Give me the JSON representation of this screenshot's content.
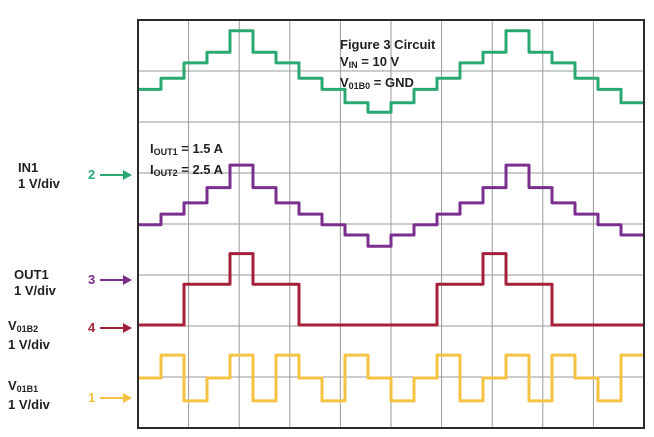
{
  "chart_data": {
    "type": "line",
    "grid": true,
    "grid_divisions": {
      "x": 10,
      "y": 8
    },
    "title": "",
    "annotation_top": {
      "line1": "Figure 3 Circuit",
      "vin_sym": "V",
      "vin_sub": "IN",
      "vin_rest": " = 10 V",
      "v01b0_sym": "V",
      "v01b0_sub": "01B0",
      "v01b0_rest": " = GND"
    },
    "annotation_mid": {
      "iout1_sym": "I",
      "iout1_sub": "OUT1",
      "iout1_rest": " = 1.5 A",
      "iout2_sym": "I",
      "iout2_sub": "OUT2",
      "iout2_rest": " = 2.5 A"
    },
    "channels": [
      {
        "id": "2",
        "name": "IN1",
        "scale": "1 V/div",
        "color": "#2aa872",
        "levels_div": [
          0.6,
          0.82,
          1.12,
          1.33,
          1.75,
          1.33,
          1.12,
          0.82,
          0.6,
          0.34,
          0.15,
          0.34,
          0.6,
          0.82,
          1.12,
          1.33,
          1.75,
          1.33,
          1.12,
          0.82,
          0.6,
          0.34
        ]
      },
      {
        "id": "3",
        "name": "OUT1",
        "scale": "1 V/div",
        "color": "#7a2e8e",
        "levels_div": [
          0.2,
          0.41,
          0.63,
          0.93,
          1.37,
          0.93,
          0.63,
          0.41,
          0.2,
          0.0,
          -0.22,
          0.0,
          0.2,
          0.41,
          0.63,
          0.93,
          1.37,
          0.93,
          0.63,
          0.41,
          0.2,
          0.0
        ]
      },
      {
        "id": "4",
        "name_sym": "V",
        "name_sub": "01B2",
        "scale": "1 V/div",
        "color": "#a3213a",
        "levels_div": [
          0,
          0,
          0.8,
          0.8,
          1.4,
          0.8,
          0.8,
          0,
          0,
          0,
          0,
          0,
          0,
          0.8,
          0.8,
          1.4,
          0.8,
          0.8,
          0,
          0,
          0,
          0
        ]
      },
      {
        "id": "1",
        "name_sym": "V",
        "name_sub": "01B1",
        "scale": "1 V/div",
        "color": "#f5c242",
        "levels_div": [
          0,
          0.45,
          -0.45,
          0,
          0.45,
          -0.45,
          0.45,
          0,
          -0.45,
          0.45,
          0,
          -0.45,
          0,
          0.45,
          -0.45,
          0,
          0.45,
          -0.45,
          0.45,
          0,
          -0.45,
          0.45
        ]
      }
    ]
  }
}
